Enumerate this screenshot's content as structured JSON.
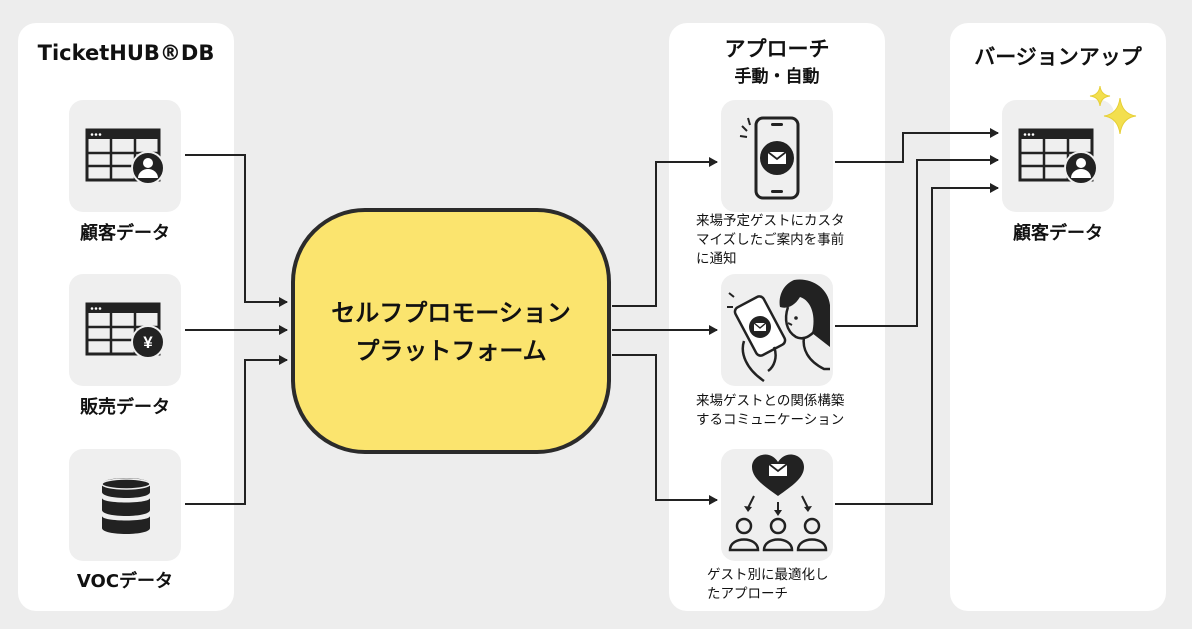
{
  "left_panel": {
    "title": "TicketHUB®DB",
    "items": [
      {
        "label": "顧客データ",
        "icon": "customer-table-icon"
      },
      {
        "label": "販売データ",
        "icon": "sales-table-icon"
      },
      {
        "label": "VOCデータ",
        "icon": "database-icon"
      }
    ]
  },
  "center": {
    "line1": "セルフプロモーション",
    "line2": "プラットフォーム",
    "color": "#fbe46e"
  },
  "approach_panel": {
    "title": "アプローチ",
    "subtitle": "手動・自動",
    "items": [
      {
        "caption_line1": "来場予定ゲストにカスタ",
        "caption_line2": "マイズしたご案内を事前",
        "caption_line3": "に通知",
        "icon": "smartphone-mail-icon"
      },
      {
        "caption_line1": "来場ゲストとの関係構築",
        "caption_line2": "するコミュニケーション",
        "icon": "person-phone-icon"
      },
      {
        "caption_line1": "ゲスト別に最適化し",
        "caption_line2": "たアプローチ",
        "icon": "heart-mail-guests-icon"
      }
    ]
  },
  "version_panel": {
    "title": "バージョンアップ",
    "item": {
      "label": "顧客データ",
      "icon": "customer-table-sparkle-icon"
    },
    "sparkle_color": "#f3df4e"
  }
}
